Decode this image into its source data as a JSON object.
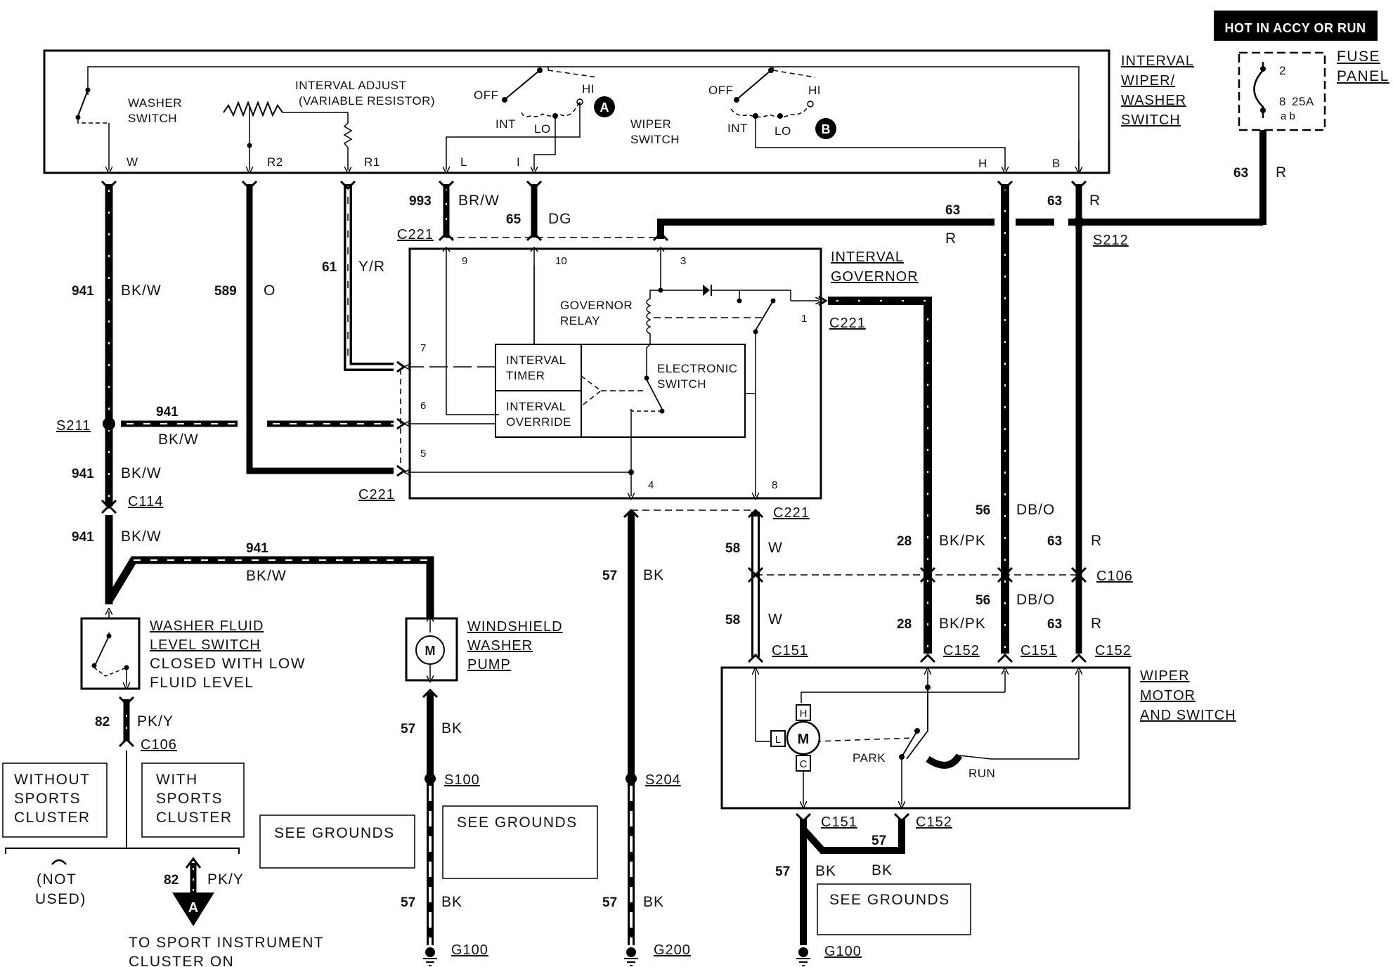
{
  "fuse": {
    "hot_label": "HOT IN ACCY OR RUN",
    "title1": "FUSE",
    "title2": "PANEL",
    "num_top": "2",
    "num_mid": "8",
    "rating": "25A",
    "sub": "a  b"
  },
  "switch_block": {
    "title1": "INTERVAL",
    "title2": "WIPER/",
    "title3": "WASHER",
    "title4": "SWITCH",
    "washer1": "WASHER",
    "washer2": "SWITCH",
    "interval1": "INTERVAL ADJUST",
    "interval2": "(VARIABLE RESISTOR)",
    "wiper1": "WIPER",
    "wiper2": "SWITCH",
    "off_a": "OFF",
    "hi_a": "HI",
    "int_a": "INT",
    "lo_a": "LO",
    "off_b": "OFF",
    "hi_b": "HI",
    "int_b": "INT",
    "lo_b": "LO",
    "marker_a": "A",
    "marker_b": "B",
    "pin_w": "W",
    "pin_r2": "R2",
    "pin_r1": "R1",
    "pin_l": "L",
    "pin_i": "I",
    "pin_h": "H",
    "pin_b": "B"
  },
  "governor": {
    "title1": "INTERVAL",
    "title2": "GOVERNOR",
    "relay1": "GOVERNOR",
    "relay2": "RELAY",
    "timer1": "INTERVAL",
    "timer2": "TIMER",
    "override1": "INTERVAL",
    "override2": "OVERRIDE",
    "eswitch1": "ELECTRONIC",
    "eswitch2": "SWITCH",
    "pin9": "9",
    "pin10": "10",
    "pin3": "3",
    "pin1": "1",
    "pin7": "7",
    "pin6": "6",
    "pin5": "5",
    "pin4": "4",
    "pin8": "8"
  },
  "wires": {
    "w941_a": "941",
    "c941_a": "BK/W",
    "w589": "589",
    "c589": "O",
    "w61": "61",
    "c61": "Y/R",
    "w993": "993",
    "c993": "BR/W",
    "w65": "65",
    "c65": "DG",
    "w63_top": "63",
    "c63_top": "R",
    "w63_h": "63",
    "c63_h": "R",
    "w63_s": "63",
    "c63_s": "R",
    "w941_b": "941",
    "c941_b": "BK/W",
    "w941_c": "941",
    "c941_c": "BK/W",
    "w941_d": "941",
    "c941_d": "BK/W",
    "w941_e": "941",
    "c941_e": "BK/W",
    "w57_a": "57",
    "c57_a": "BK",
    "w58_a": "58",
    "c58_a": "W",
    "w58_b": "58",
    "c58_b": "W",
    "w28_a": "28",
    "c28_a": "BK/PK",
    "w28_b": "28",
    "c28_b": "BK/PK",
    "w56_a": "56",
    "c56_a": "DB/O",
    "w56_b": "56",
    "c56_b": "DB/O",
    "w63_a": "63",
    "c63_a": "R",
    "w63_b": "63",
    "c63_b": "R",
    "w82_a": "82",
    "c82_a": "PK/Y",
    "w82_b": "82",
    "c82_b": "PK/Y",
    "w57_b": "57",
    "c57_b": "BK",
    "w57_c": "57",
    "c57_c": "BK",
    "w57_d": "57",
    "c57_d": "BK",
    "w57_e": "57",
    "c57_e": "BK",
    "w57_f": "57",
    "c57_f": "BK"
  },
  "connectors": {
    "c221_a": "C221",
    "c221_b": "C221",
    "c221_c": "C221",
    "c221_d": "C221",
    "s212": "S212",
    "s211": "S211",
    "c114": "C114",
    "c106_a": "C106",
    "c106_b": "C106",
    "c151_a": "C151",
    "c152_a": "C152",
    "c151_b": "C151",
    "c152_b": "C152",
    "c151_c": "C151",
    "c152_c": "C152",
    "s100": "S100",
    "s204": "S204",
    "g100_a": "G100",
    "g200": "G200",
    "g100_b": "G100"
  },
  "components": {
    "washer_level1": "WASHER FLUID",
    "washer_level2": "LEVEL SWITCH",
    "washer_level3": "CLOSED WITH LOW",
    "washer_level4": "FLUID LEVEL",
    "pump1": "WINDSHIELD",
    "pump2": "WASHER",
    "pump3": "PUMP",
    "motor1": "WIPER",
    "motor2": "MOTOR",
    "motor3": "AND SWITCH",
    "park": "PARK",
    "run": "RUN",
    "motor_m": "M",
    "motor_h": "H",
    "motor_l": "L",
    "motor_c": "C",
    "pump_m": "M"
  },
  "boxes": {
    "without1": "WITHOUT",
    "without2": "SPORTS",
    "without3": "CLUSTER",
    "with1": "WITH",
    "with2": "SPORTS",
    "with3": "CLUSTER",
    "notused1": "(NOT",
    "notused2": "USED)",
    "see_grounds_1": "SEE GROUNDS",
    "see_grounds_2": "SEE GROUNDS",
    "see_grounds_3": "SEE GROUNDS",
    "arrow_a": "A",
    "sport1": "TO SPORT INSTRUMENT",
    "sport2": "CLUSTER ON"
  }
}
